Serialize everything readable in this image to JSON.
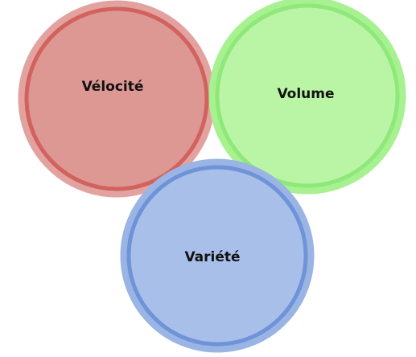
{
  "diagram": {
    "type": "three-circle-diagram",
    "circles": [
      {
        "label": "Vélocité",
        "fill": "#dd9893",
        "stroke": "#d2625e",
        "halo": "#e2a3a0"
      },
      {
        "label": "Volume",
        "fill": "#b9f5a5",
        "stroke": "#8ee87a",
        "halo": "#a8f191"
      },
      {
        "label": "Variété",
        "fill": "#a8bfe9",
        "stroke": "#6f93d8",
        "halo": "#9ab4e4"
      }
    ]
  }
}
